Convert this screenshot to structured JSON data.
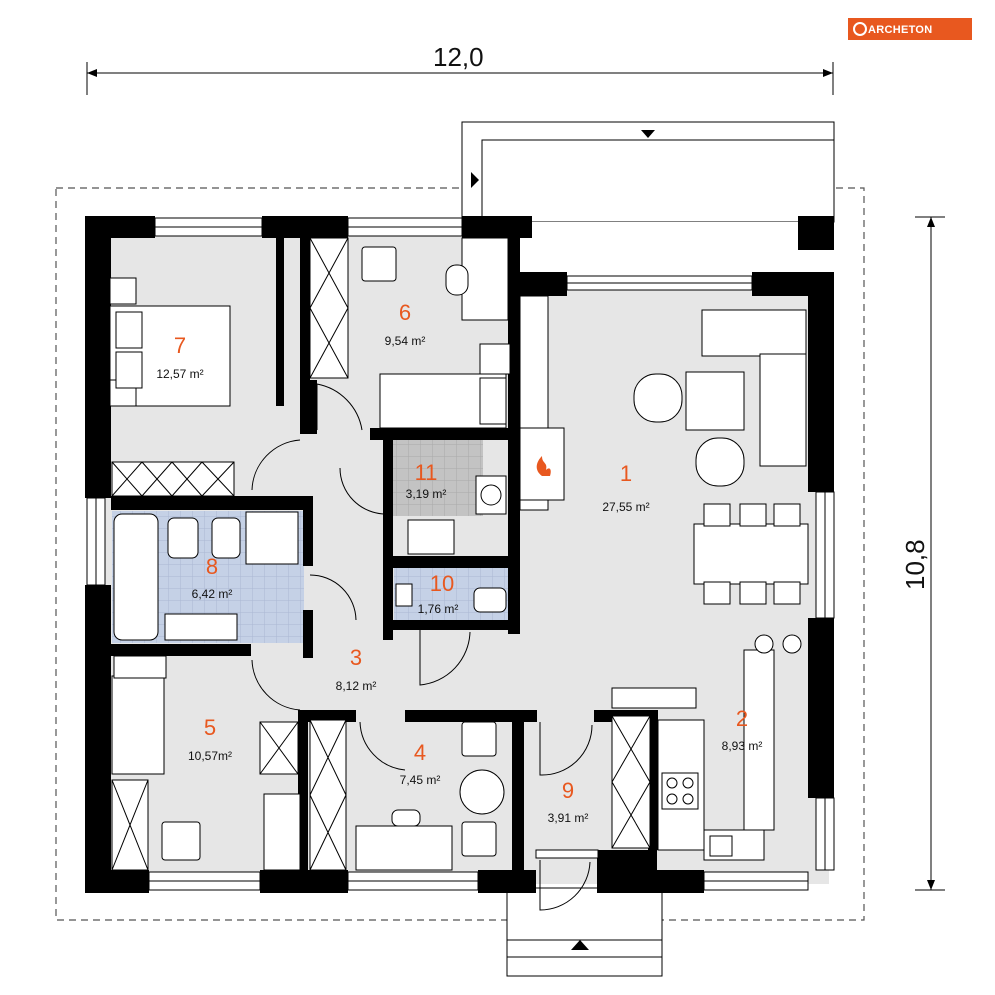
{
  "brand": {
    "logo_text": "ARCHETON",
    "logo_color": "#e8581f"
  },
  "dimensions": {
    "width_label": "12,0",
    "depth_label": "10,8"
  },
  "colors": {
    "wall": "#000000",
    "floor": "#e6e6e6",
    "bath_tile": "#c5d1e6",
    "wc_tile": "#c3c3c3",
    "room_number": "#e8581f"
  },
  "rooms": [
    {
      "number": "1",
      "area": "27,55 m²"
    },
    {
      "number": "2",
      "area": "8,93 m²"
    },
    {
      "number": "3",
      "area": "8,12 m²"
    },
    {
      "number": "4",
      "area": "7,45 m²"
    },
    {
      "number": "5",
      "area": "10,57m²"
    },
    {
      "number": "6",
      "area": "9,54 m²"
    },
    {
      "number": "7",
      "area": "12,57 m²"
    },
    {
      "number": "8",
      "area": "6,42 m²"
    },
    {
      "number": "9",
      "area": "3,91 m²"
    },
    {
      "number": "10",
      "area": "1,76 m²"
    },
    {
      "number": "11",
      "area": "3,19 m²"
    }
  ]
}
